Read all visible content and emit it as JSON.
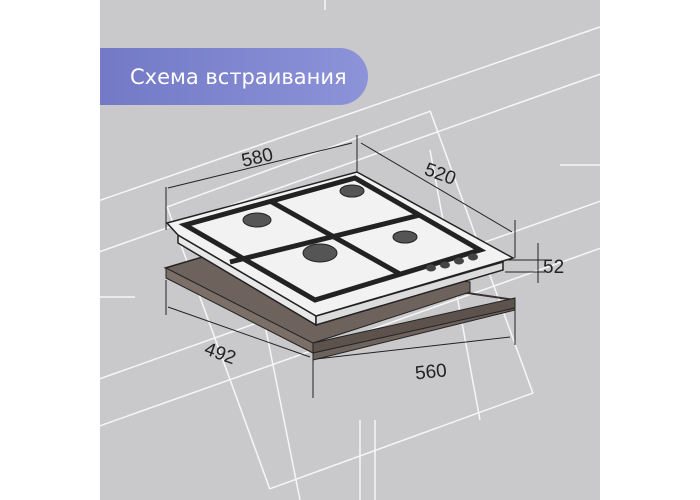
{
  "banner": {
    "title": "Схема встраивания"
  },
  "dimensions": {
    "width": "580",
    "depth": "520",
    "height": "52",
    "cutout_depth": "492",
    "cutout_width": "560"
  },
  "colors": {
    "banner": "#7e85cf",
    "background": "#c9c9cb"
  }
}
